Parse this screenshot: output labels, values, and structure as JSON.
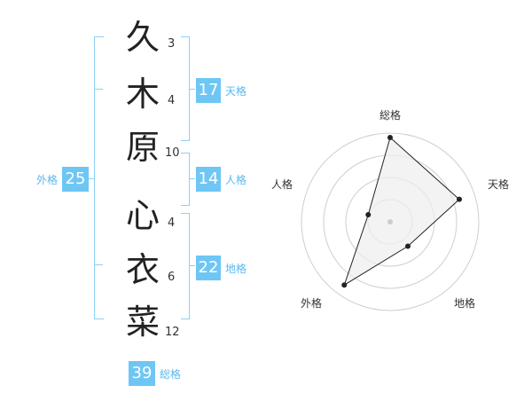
{
  "characters": [
    {
      "char": "久",
      "strokes": "3"
    },
    {
      "char": "木",
      "strokes": "4"
    },
    {
      "char": "原",
      "strokes": "10"
    },
    {
      "char": "心",
      "strokes": "4"
    },
    {
      "char": "衣",
      "strokes": "6"
    },
    {
      "char": "菜",
      "strokes": "12"
    }
  ],
  "fortunes": {
    "tenkaku": {
      "value": "17",
      "label": "天格"
    },
    "jinkaku": {
      "value": "14",
      "label": "人格"
    },
    "chikaku": {
      "value": "22",
      "label": "地格"
    },
    "gaikaku": {
      "value": "25",
      "label": "外格"
    },
    "soukaku": {
      "value": "39",
      "label": "総格"
    }
  },
  "colors": {
    "accent": "#6ec6f5",
    "bracket": "#8dd0f6",
    "polygon_fill": "#eeeeee"
  },
  "chart_data": {
    "type": "radar",
    "axes": [
      "総格",
      "天格",
      "地格",
      "外格",
      "人格"
    ],
    "values": [
      0.95,
      0.82,
      0.34,
      0.88,
      0.26
    ],
    "rings": 4,
    "grid": true
  }
}
